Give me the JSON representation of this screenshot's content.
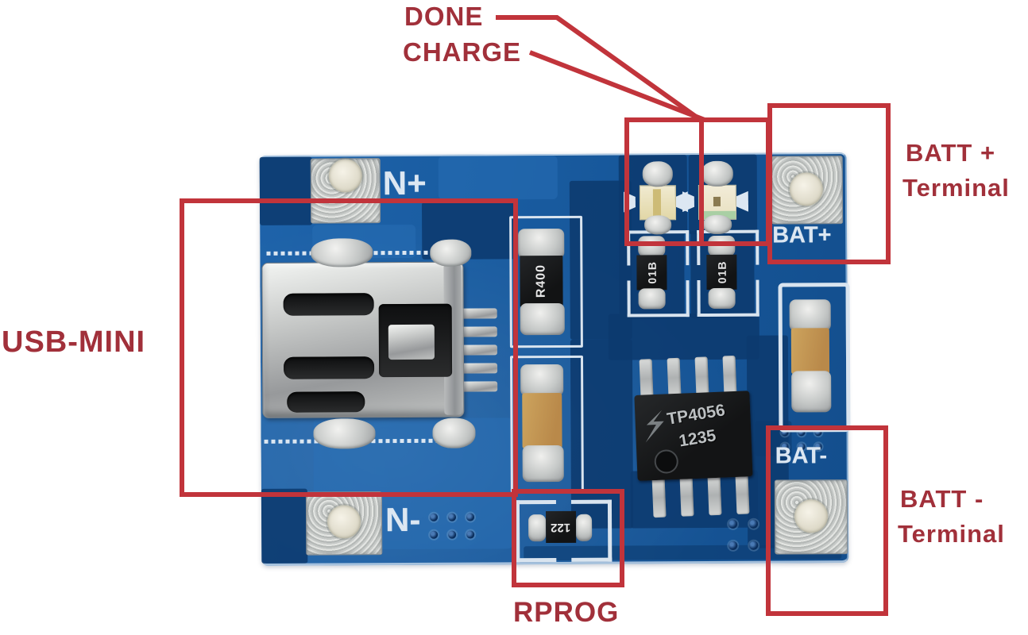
{
  "annotations": {
    "done": "DONE",
    "charge": "CHARGE",
    "batt_plus_line1": "BATT +",
    "batt_plus_line2": "Terminal",
    "usb_mini": "USB-MINI",
    "batt_minus_line1": "BATT -",
    "batt_minus_line2": "Terminal",
    "rprog": "RPROG",
    "colors": {
      "callout_red": "#C1343B",
      "label_red": "#A1303A"
    }
  },
  "board": {
    "silkscreen": {
      "in_plus": "N+",
      "in_minus": "N-",
      "bat_plus": "BAT+",
      "bat_minus": "BAT-"
    },
    "components": {
      "ic_line1": "TP4056",
      "ic_line2": "1235",
      "resistor_r400": "R400",
      "resistor_left": "01B",
      "resistor_right": "01B",
      "resistor_rprog": "122"
    },
    "colors": {
      "pcb_blue": "#1A5A9E",
      "pcb_dark": "#0C3A6E",
      "silkscreen_white": "#DCE7F2"
    }
  }
}
